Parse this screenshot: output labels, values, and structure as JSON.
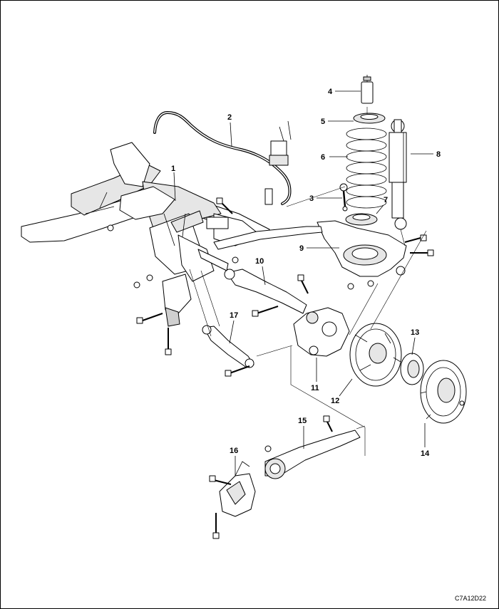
{
  "diagram": {
    "drawing_code": "C7A12D22",
    "callouts": [
      {
        "id": "callout-1",
        "label": "1"
      },
      {
        "id": "callout-2",
        "label": "2"
      },
      {
        "id": "callout-3",
        "label": "3"
      },
      {
        "id": "callout-4",
        "label": "4"
      },
      {
        "id": "callout-5",
        "label": "5"
      },
      {
        "id": "callout-6",
        "label": "6"
      },
      {
        "id": "callout-7",
        "label": "7"
      },
      {
        "id": "callout-8",
        "label": "8"
      },
      {
        "id": "callout-9",
        "label": "9"
      },
      {
        "id": "callout-10",
        "label": "10"
      },
      {
        "id": "callout-11",
        "label": "11"
      },
      {
        "id": "callout-12",
        "label": "12"
      },
      {
        "id": "callout-13",
        "label": "13"
      },
      {
        "id": "callout-14",
        "label": "14"
      },
      {
        "id": "callout-15",
        "label": "15"
      },
      {
        "id": "callout-16",
        "label": "16"
      },
      {
        "id": "callout-17",
        "label": "17"
      }
    ]
  }
}
